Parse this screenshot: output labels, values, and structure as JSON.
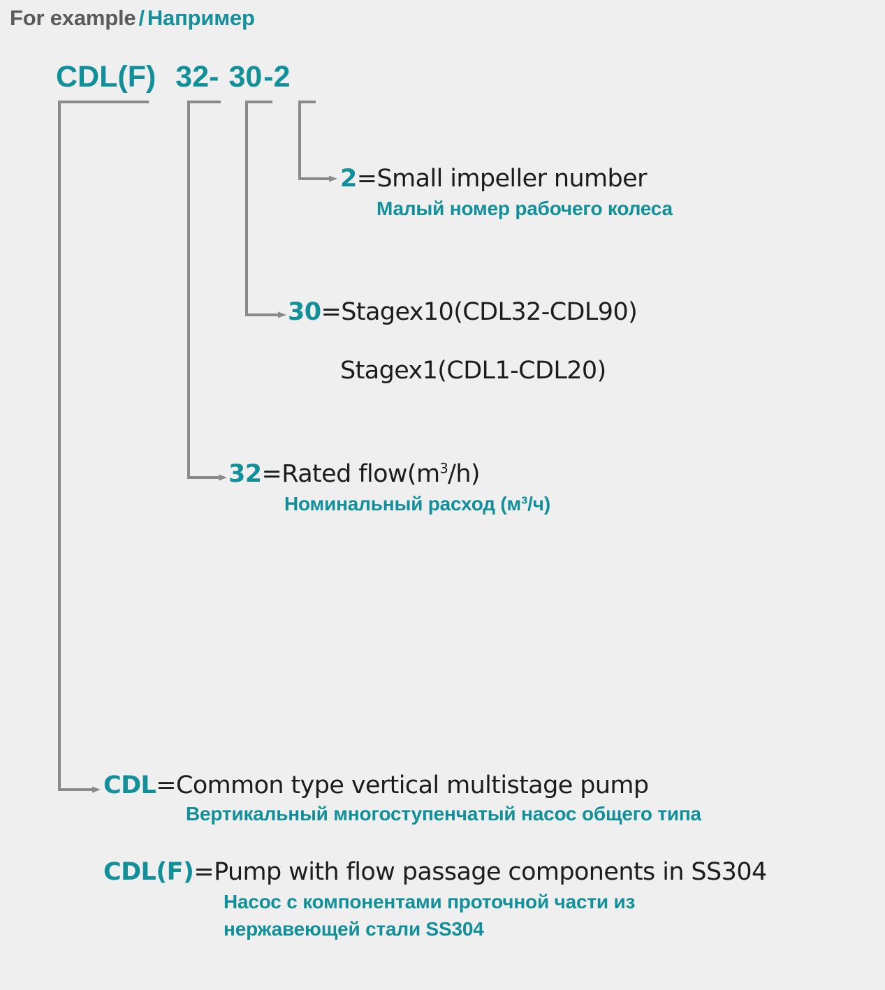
{
  "page": {
    "background_color": "#efefef",
    "accent_color": "#12909a",
    "text_color": "#1c1c1c",
    "line_color": "#8a8a8a"
  },
  "header": {
    "english": "For example",
    "separator": "/",
    "russian": "Например"
  },
  "model_code": {
    "series": "CDL(F)",
    "flow": "32-",
    "stage": "30",
    "dash": "-",
    "impeller": "2"
  },
  "annotations": {
    "impeller": {
      "code": "2",
      "english": "=Small impeller number",
      "russian": "Малый номер рабочего колеса"
    },
    "stage": {
      "code": "30",
      "english": "=Stagex10(CDL32-CDL90)",
      "english_second": "Stagex1(CDL1-CDL20)"
    },
    "flow": {
      "code": "32",
      "english_pre": "=Rated flow(m",
      "english_sup": "3",
      "english_post": "/h)",
      "russian": "Номинальный расход (м³/ч)"
    },
    "cdl": {
      "code": "CDL",
      "english": "=Common type vertical multistage pump",
      "russian": "Вертикальный многоступенчатый насос общего типа"
    },
    "cdlf": {
      "code": "CDL(F)",
      "english": "=Pump with flow passage components in SS304",
      "russian_line1": "Насос с компонентами проточной части из",
      "russian_line2": "нержавеющей стали SS304"
    }
  }
}
